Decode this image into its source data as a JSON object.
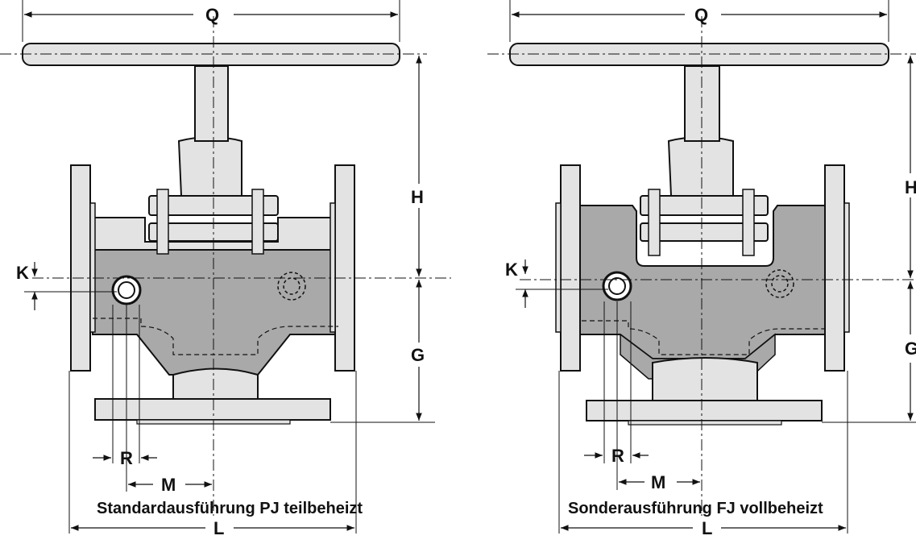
{
  "dimensions": {
    "q": "Q",
    "h": "H",
    "g": "G",
    "k": "K",
    "r": "R",
    "m": "M",
    "l": "L"
  },
  "captions": {
    "standard": "Standardausführung PJ teilbeheizt",
    "special": "Sonderausführung FJ vollbeheizt"
  },
  "colors": {
    "heated_fill": "#a9a9a9",
    "metal_fill": "#e3e3e3",
    "line": "#111111",
    "background": "#ffffff"
  }
}
